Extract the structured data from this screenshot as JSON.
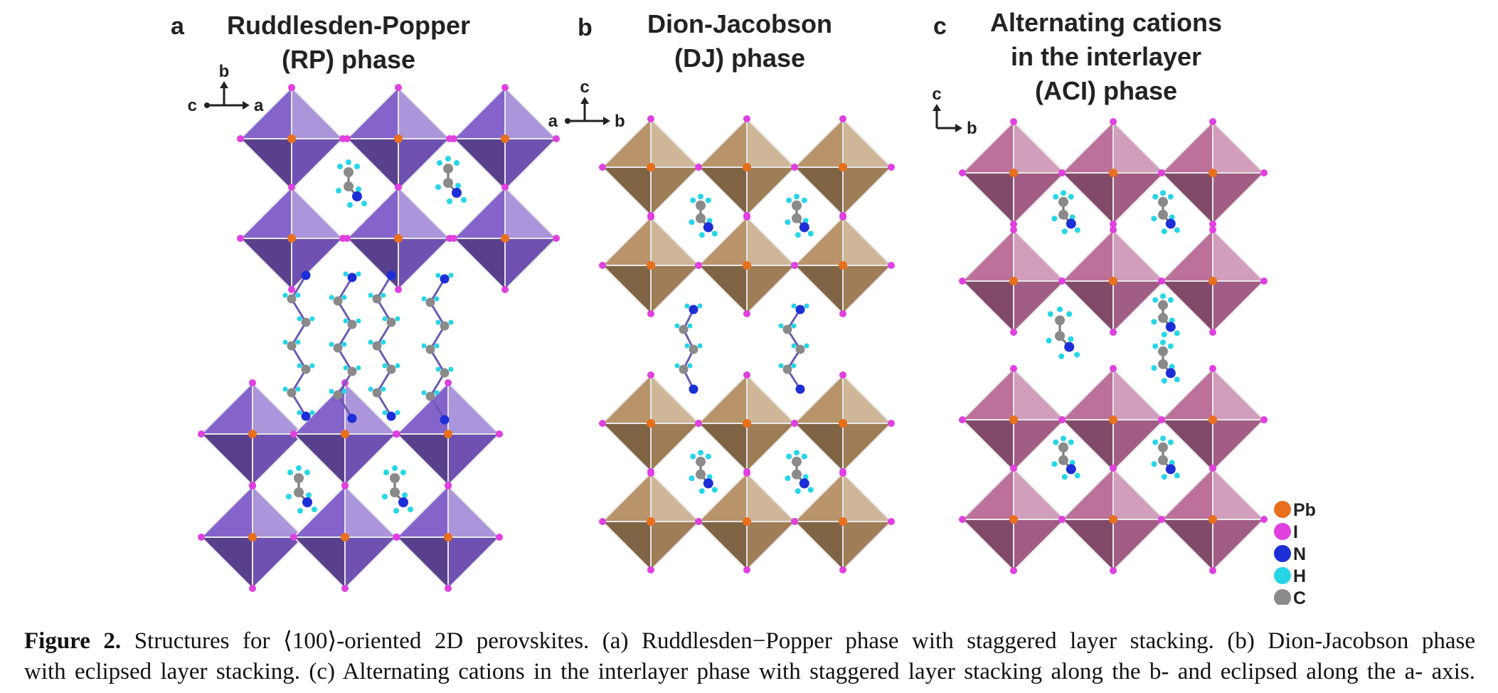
{
  "panels": [
    {
      "letter": "a",
      "title_lines": [
        "Ruddlesden-Popper",
        "(RP) phase"
      ],
      "axes": {
        "up": "b",
        "left": "c",
        "right": "a"
      },
      "color": "#7d5cc8"
    },
    {
      "letter": "b",
      "title_lines": [
        "Dion-Jacobson",
        "(DJ) phase"
      ],
      "axes": {
        "up": "c",
        "left": "a",
        "right": "b"
      },
      "color": "#b58e62"
    },
    {
      "letter": "c",
      "title_lines": [
        "Alternating cations",
        "in the interlayer",
        "(ACI) phase"
      ],
      "axes": {
        "up": "c",
        "right": "b"
      },
      "color": "#b86a96"
    }
  ],
  "legend": [
    {
      "label": "Pb",
      "color": "#e8701d"
    },
    {
      "label": "I",
      "color": "#e040e0"
    },
    {
      "label": "N",
      "color": "#1c2fd6"
    },
    {
      "label": "H",
      "color": "#26d6e6"
    },
    {
      "label": "C",
      "color": "#8a8a8a"
    }
  ],
  "caption": {
    "label": "Figure 2.",
    "line1": "Structures for ⟨100⟩-oriented 2D perovskites. (a) Ruddlesden−Popper phase with staggered layer stacking. (b) Dion-Jacobson phase",
    "line2": "with eclipsed layer stacking. (c) Alternating cations in the interlayer phase with staggered layer stacking along the b- and eclipsed along the a- axis."
  }
}
